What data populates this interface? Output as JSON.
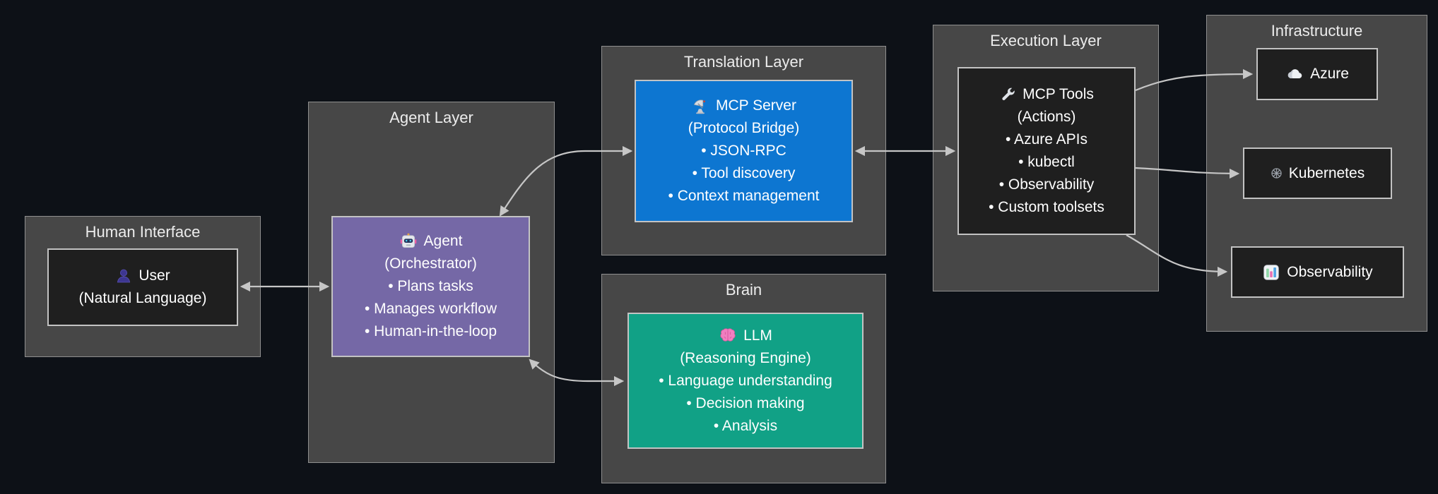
{
  "diagram": {
    "kind": "architecture-flowchart",
    "background_color": "#0d1117",
    "container_fill": "#474747",
    "arrow_color": "#c6c6c6"
  },
  "palette": {
    "agent_purple": "#7568a6",
    "mcp_server_blue": "#0d76d1",
    "llm_green": "#11a186",
    "dark_node": "#1f1f1f",
    "node_border": "#c3c3c3",
    "text": "#ffffff"
  },
  "layers": {
    "human_interface": {
      "title": "Human Interface"
    },
    "agent_layer": {
      "title": "Agent Layer"
    },
    "translation_layer": {
      "title": "Translation Layer"
    },
    "brain": {
      "title": "Brain"
    },
    "execution_layer": {
      "title": "Execution Layer"
    },
    "infrastructure": {
      "title": "Infrastructure"
    }
  },
  "nodes": {
    "user": {
      "icon": "user-icon",
      "title": "User",
      "lines": [
        "(Natural Language)"
      ]
    },
    "agent": {
      "icon": "robot-icon",
      "title": "Agent",
      "lines": [
        "(Orchestrator)",
        "• Plans tasks",
        "• Manages workflow",
        "• Human-in-the-loop"
      ]
    },
    "mcp_server": {
      "icon": "satellite-icon",
      "title": "MCP Server",
      "lines": [
        "(Protocol Bridge)",
        "• JSON-RPC",
        "• Tool discovery",
        "• Context management"
      ]
    },
    "llm": {
      "icon": "brain-icon",
      "title": "LLM",
      "lines": [
        "(Reasoning Engine)",
        "• Language understanding",
        "• Decision making",
        "• Analysis"
      ]
    },
    "mcp_tools": {
      "icon": "wrench-icon",
      "title": "MCP Tools",
      "lines": [
        "(Actions)",
        "• Azure APIs",
        "• kubectl",
        "• Observability",
        "• Custom toolsets"
      ]
    },
    "azure": {
      "icon": "cloud-icon",
      "title": "Azure",
      "lines": []
    },
    "kubernetes": {
      "icon": "wheel-icon",
      "title": "Kubernetes",
      "lines": []
    },
    "observability": {
      "icon": "chart-icon",
      "title": "Observability",
      "lines": []
    }
  },
  "edges": [
    {
      "from": "user",
      "to": "agent",
      "bidirectional": true
    },
    {
      "from": "agent",
      "to": "mcp_server",
      "bidirectional": true
    },
    {
      "from": "mcp_server",
      "to": "mcp_tools",
      "bidirectional": true
    },
    {
      "from": "agent",
      "to": "llm",
      "bidirectional": true
    },
    {
      "from": "mcp_tools",
      "to": "azure",
      "bidirectional": false
    },
    {
      "from": "mcp_tools",
      "to": "kubernetes",
      "bidirectional": false
    },
    {
      "from": "mcp_tools",
      "to": "observability",
      "bidirectional": false
    }
  ]
}
